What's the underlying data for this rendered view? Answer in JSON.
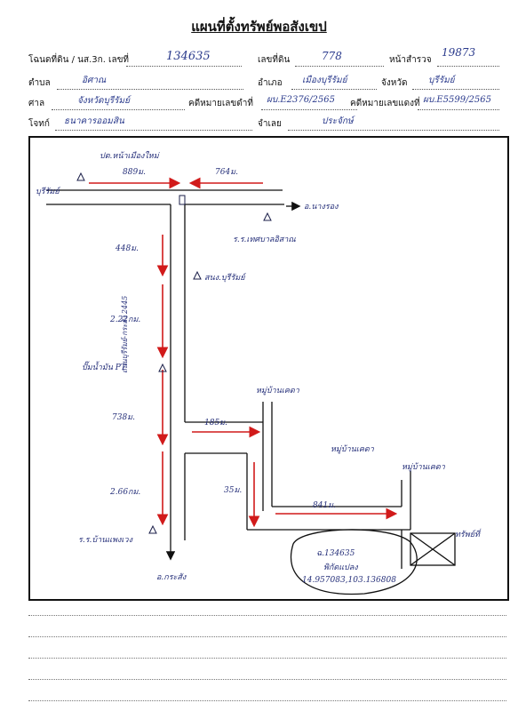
{
  "header": {
    "title": "แผนที่ตั้งทรัพย์พอสังเขป",
    "labels": {
      "deed": "โฉนดที่ดิน / นส.3ก. เลขที่",
      "land_no": "เลขที่ดิน",
      "survey_page": "หน้าสำรวจ",
      "tambon": "ตำบล",
      "amphoe": "อำเภอ",
      "province": "จังหวัด",
      "court": "ศาล",
      "black_case": "คดีหมายเลขดำที่",
      "red_case": "คดีหมายเลขแดงที่",
      "plaintiff": "โจทก์",
      "defendant": "จำเลย"
    },
    "values": {
      "deed": "134635",
      "land_no": "778",
      "survey_page": "19873",
      "tambon": "อิศาณ",
      "amphoe": "เมืองบุรีรัมย์",
      "province": "บุรีรัมย์",
      "court": "จังหวัดบุรีรัมย์",
      "black_case": "ผบ.E2376/2565",
      "red_case": "ผบ.E5599/2565",
      "plaintiff": "ธนาคารออมสิน",
      "defendant": "ประจักษ์"
    }
  },
  "map": {
    "labels": {
      "top_left_place": "ปต.หน้าเมืองใหม่",
      "dist_top_left": "889ม.",
      "dist_top_right": "764ม.",
      "buriram_left": "บุรีรัมย์",
      "to_nangrong": "อ.นางรอง",
      "school": "ร.ร.เทศบาลอิสาณ",
      "dist_vert_1": "448ม.",
      "temple": "สนง.บุรีรัมย์",
      "dist_vert_2": "2.22กม.",
      "gas_station": "ปั๊มน้ำมัน PT",
      "dist_vert_3": "738ม.",
      "dist_vert_4": "2.66กม.",
      "school_bottom": "ร.ร.บ้านแพงเวง",
      "to_krasang": "อ.กระสัง",
      "road_vertical_name": "ถนนบุรีรัมย์-กระสัง 2445",
      "village_1": "หมู่บ้านเคดา",
      "village_2": "หมู่บ้านเคดา",
      "village_3": "หมู่บ้านเคดา",
      "dist_branch": "185ม.",
      "dist_drop": "35ม.",
      "dist_last": "841ม.",
      "parcel_label": "ทรัพย์ที่",
      "note_deed": "ฉ.134635",
      "note_coord_title": "พิกัดแปลง",
      "note_coords": "14.957083,103.136808"
    },
    "colors": {
      "arrow": "#d11a1a",
      "ink": "#1b1f4a",
      "road": "#111111"
    }
  },
  "footer": {
    "blank_lines": 5
  }
}
